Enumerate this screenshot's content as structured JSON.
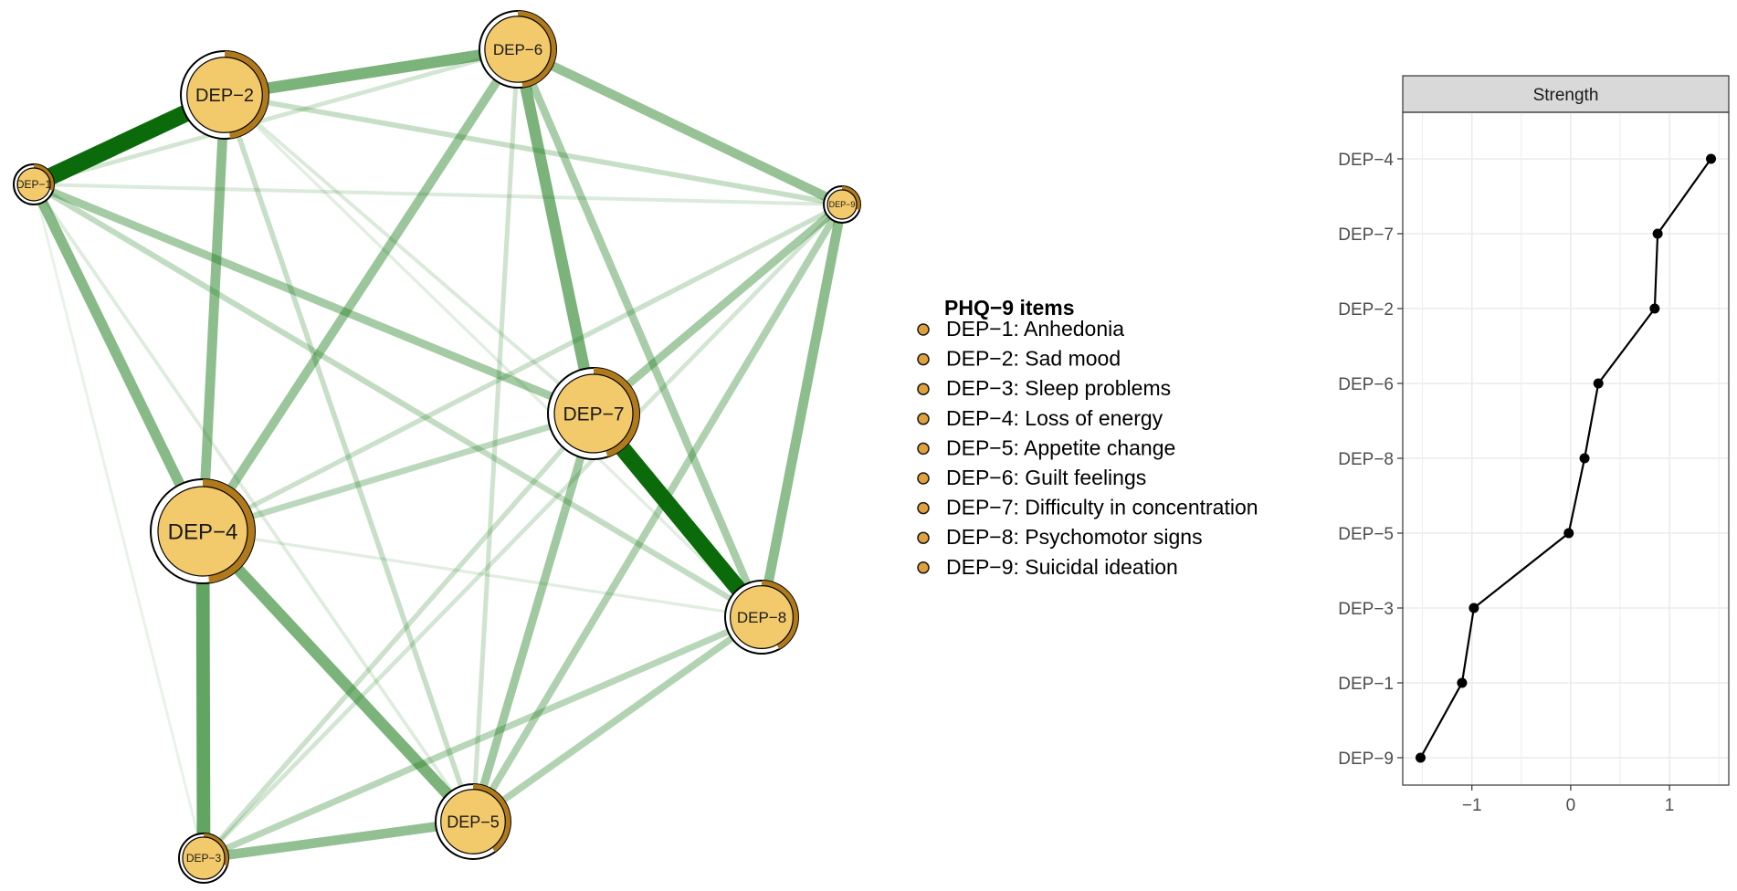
{
  "chart_data": [
    {
      "type": "network",
      "legend": {
        "title": "PHQ−9 items",
        "items": [
          "DEP−1: Anhedonia",
          "DEP−2: Sad mood",
          "DEP−3: Sleep problems",
          "DEP−4: Loss of energy",
          "DEP−5: Appetite change",
          "DEP−6: Guilt feelings",
          "DEP−7: Difficulty in concentration",
          "DEP−8: Psychomotor signs",
          "DEP−9: Suicidal ideation"
        ]
      },
      "nodes": [
        {
          "id": "DEP-1",
          "label": "DEP−1",
          "pie": 0.3
        },
        {
          "id": "DEP-2",
          "label": "DEP−2",
          "pie": 0.48
        },
        {
          "id": "DEP-3",
          "label": "DEP−3",
          "pie": 0.3
        },
        {
          "id": "DEP-4",
          "label": "DEP−4",
          "pie": 0.48
        },
        {
          "id": "DEP-5",
          "label": "DEP−5",
          "pie": 0.4
        },
        {
          "id": "DEP-6",
          "label": "DEP−6",
          "pie": 0.48
        },
        {
          "id": "DEP-7",
          "label": "DEP−7",
          "pie": 0.45
        },
        {
          "id": "DEP-8",
          "label": "DEP−8",
          "pie": 0.42
        },
        {
          "id": "DEP-9",
          "label": "DEP−9",
          "pie": 0.3
        }
      ],
      "edges": [
        {
          "from": "DEP-1",
          "to": "DEP-2",
          "weight": 1.0
        },
        {
          "from": "DEP-7",
          "to": "DEP-8",
          "weight": 0.95
        },
        {
          "from": "DEP-3",
          "to": "DEP-4",
          "weight": 0.75
        },
        {
          "from": "DEP-2",
          "to": "DEP-6",
          "weight": 0.62
        },
        {
          "from": "DEP-4",
          "to": "DEP-5",
          "weight": 0.62
        },
        {
          "from": "DEP-6",
          "to": "DEP-7",
          "weight": 0.62
        },
        {
          "from": "DEP-1",
          "to": "DEP-4",
          "weight": 0.55
        },
        {
          "from": "DEP-2",
          "to": "DEP-4",
          "weight": 0.52
        },
        {
          "from": "DEP-8",
          "to": "DEP-9",
          "weight": 0.52
        },
        {
          "from": "DEP-3",
          "to": "DEP-5",
          "weight": 0.5
        },
        {
          "from": "DEP-6",
          "to": "DEP-9",
          "weight": 0.48
        },
        {
          "from": "DEP-4",
          "to": "DEP-6",
          "weight": 0.45
        },
        {
          "from": "DEP-5",
          "to": "DEP-7",
          "weight": 0.42
        },
        {
          "from": "DEP-1",
          "to": "DEP-7",
          "weight": 0.4
        },
        {
          "from": "DEP-7",
          "to": "DEP-9",
          "weight": 0.4
        },
        {
          "from": "DEP-6",
          "to": "DEP-8",
          "weight": 0.38
        },
        {
          "from": "DEP-5",
          "to": "DEP-9",
          "weight": 0.35
        },
        {
          "from": "DEP-5",
          "to": "DEP-8",
          "weight": 0.33
        },
        {
          "from": "DEP-3",
          "to": "DEP-8",
          "weight": 0.3
        },
        {
          "from": "DEP-4",
          "to": "DEP-7",
          "weight": 0.28
        },
        {
          "from": "DEP-1",
          "to": "DEP-8",
          "weight": 0.25
        },
        {
          "from": "DEP-2",
          "to": "DEP-9",
          "weight": 0.22
        },
        {
          "from": "DEP-2",
          "to": "DEP-5",
          "weight": 0.22
        },
        {
          "from": "DEP-3",
          "to": "DEP-7",
          "weight": 0.2
        },
        {
          "from": "DEP-4",
          "to": "DEP-9",
          "weight": 0.2
        },
        {
          "from": "DEP-5",
          "to": "DEP-6",
          "weight": 0.18
        },
        {
          "from": "DEP-6",
          "to": "DEP-1",
          "weight": 0.16
        },
        {
          "from": "DEP-3",
          "to": "DEP-9",
          "weight": 0.16
        },
        {
          "from": "DEP-1",
          "to": "DEP-9",
          "weight": 0.12
        },
        {
          "from": "DEP-2",
          "to": "DEP-7",
          "weight": 0.12
        },
        {
          "from": "DEP-1",
          "to": "DEP-5",
          "weight": 0.1
        },
        {
          "from": "DEP-2",
          "to": "DEP-8",
          "weight": 0.08
        },
        {
          "from": "DEP-4",
          "to": "DEP-8",
          "weight": 0.08
        },
        {
          "from": "DEP-1",
          "to": "DEP-3",
          "weight": 0.05
        }
      ],
      "colors": {
        "edge": "#1e7d1e",
        "edge_strong": "#0b6b0b",
        "node_fill": "#f2c96b",
        "node_pie": "#b07a1c",
        "node_border": "#000000"
      }
    },
    {
      "type": "line",
      "panel_label": "Strength",
      "categories": [
        "DEP−9",
        "DEP−1",
        "DEP−3",
        "DEP−5",
        "DEP−8",
        "DEP−6",
        "DEP−2",
        "DEP−7",
        "DEP−4"
      ],
      "values": [
        -1.52,
        -1.1,
        -0.98,
        -0.02,
        0.14,
        0.28,
        0.85,
        0.88,
        1.42
      ],
      "xlim": [
        -1.7,
        1.6
      ],
      "xticks": [
        -1,
        0,
        1
      ],
      "xtick_labels": [
        "−1",
        "0",
        "1"
      ],
      "grid": true,
      "colors": {
        "line": "#000000",
        "point": "#000000",
        "strip": "#d9d9d9",
        "grid": "#ebebeb"
      }
    }
  ]
}
